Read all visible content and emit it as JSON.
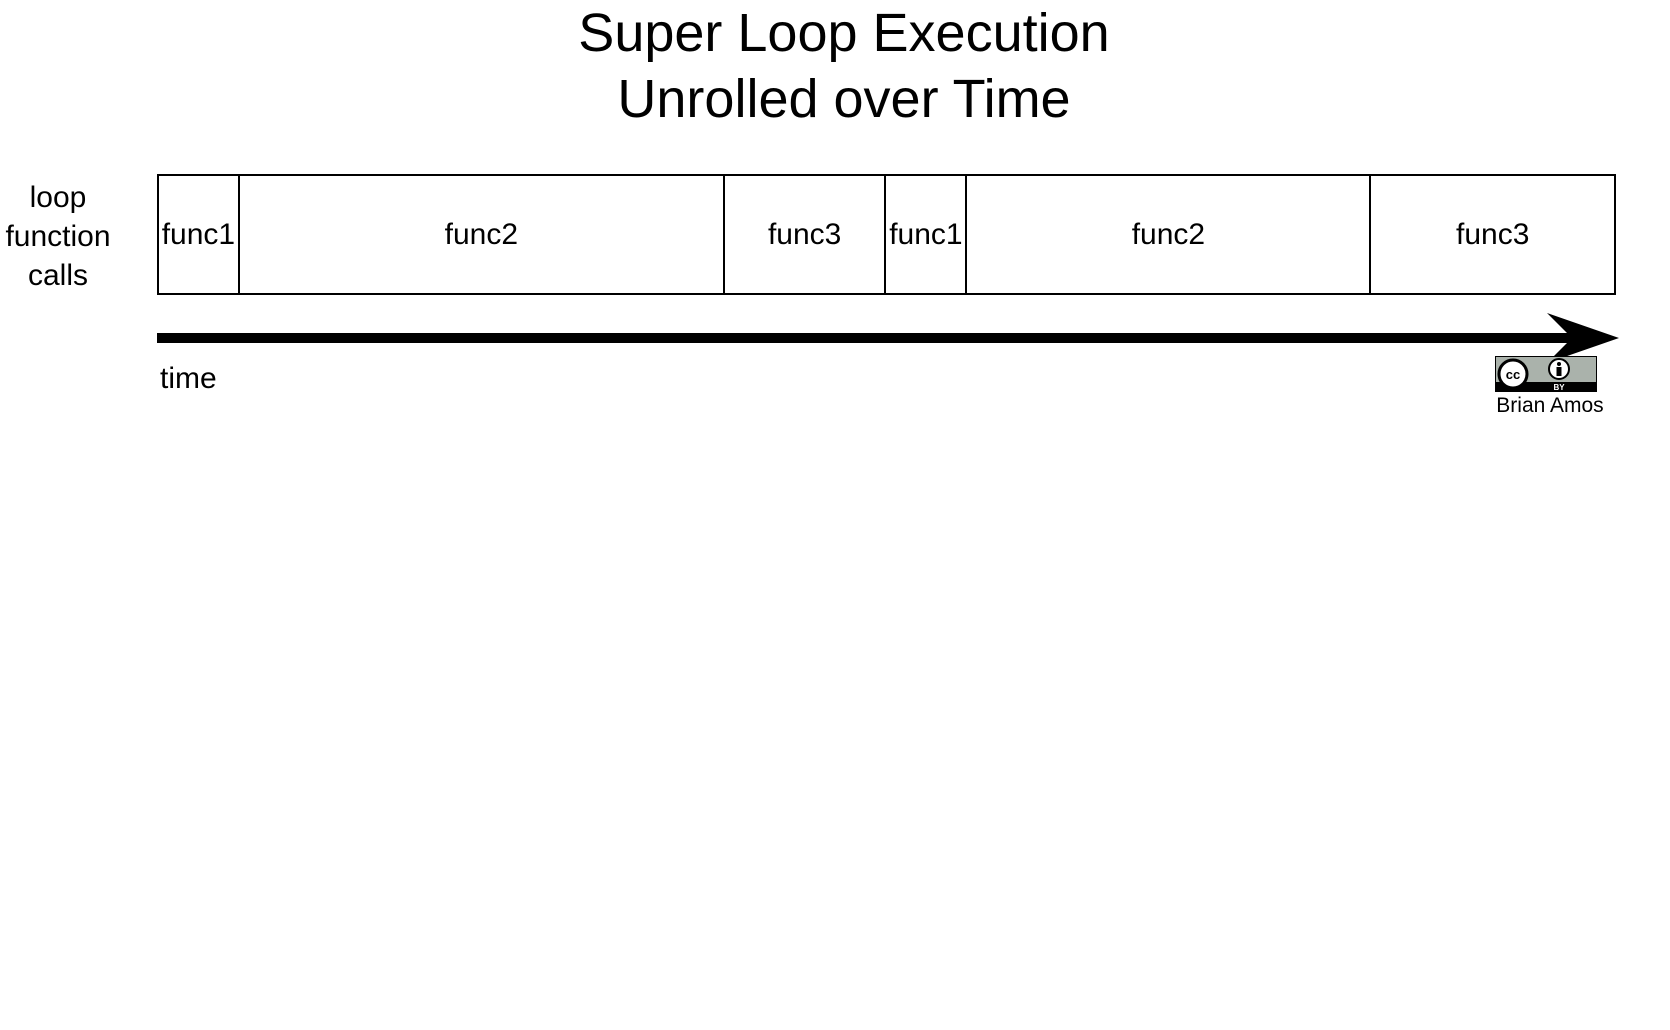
{
  "title": {
    "line1": "Super Loop Execution",
    "line2": "Unrolled over Time"
  },
  "row_label": {
    "line1": "loop",
    "line2": "function",
    "line3": "calls"
  },
  "blocks": [
    {
      "label": "func1",
      "duration": 1
    },
    {
      "label": "func2",
      "duration": 6
    },
    {
      "label": "func3",
      "duration": 2
    },
    {
      "label": "func1",
      "duration": 1
    },
    {
      "label": "func2",
      "duration": 5
    },
    {
      "label": "func3",
      "duration": 3
    }
  ],
  "axis": {
    "label": "time"
  },
  "license": {
    "badge_icon": "cc-by-icon",
    "badge_text": "BY",
    "author": "Brian Amos"
  }
}
